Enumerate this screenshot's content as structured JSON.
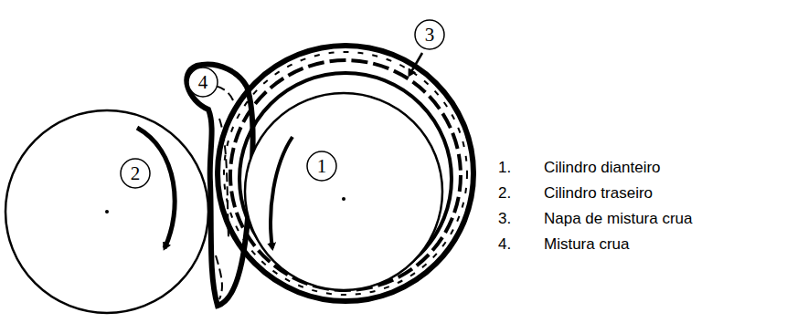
{
  "diagram": {
    "nodes": [
      {
        "text": [
          "3"
        ]
      },
      {
        "text": [
          "4"
        ]
      },
      {
        "text": [
          "1"
        ]
      },
      {
        "text": [
          "2"
        ]
      }
    ],
    "labels": [
      "1.",
      "Cilindro dianteiro",
      "2.",
      "Cilindro traseiro",
      "3.",
      "Napa de mistura crua",
      "4.",
      "Mistura crua"
    ]
  }
}
